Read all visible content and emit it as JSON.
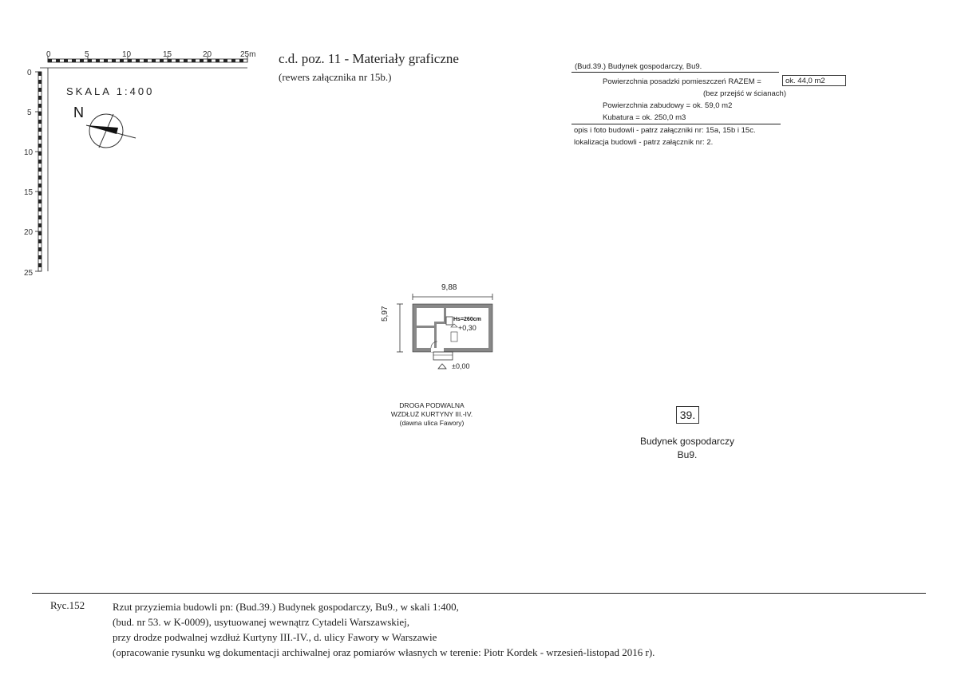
{
  "ruler": {
    "top_labels": [
      "0",
      "5",
      "10",
      "15",
      "20",
      "25m"
    ],
    "left_labels": [
      "0",
      "5",
      "10",
      "15",
      "20",
      "25"
    ]
  },
  "scale_label": "SKALA 1:400",
  "north_label": "N",
  "heading": {
    "title": "c.d. poz. 11 - Materiały graficzne",
    "subtitle": "(rewers załącznika nr 15b.)"
  },
  "info": {
    "building_title": "(Bud.39.)  Budynek gospodarczy,  Bu9.",
    "floor_area_label": "Powierzchnia posadzki pomieszczeń RAZEM =",
    "floor_area_value": "ok. 44,0 m2",
    "floor_area_note": "(bez przejść w ścianach)",
    "built_area": "Powierzchnia zabudowy = ok. 59,0 m2",
    "volume": "Kubatura = ok. 250,0 m3",
    "description_ref": "opis i foto budowli  - patrz załączniki nr: 15a, 15b i 15c.",
    "location_ref": "lokalizacja budowli  - patrz załącznik nr: 2."
  },
  "plan": {
    "width_dim": "9,88",
    "depth_dim": "5,97",
    "height_label": "Hs=260cm",
    "level_floor": "+0,30",
    "level_ground": "±0,00"
  },
  "road": {
    "line1": "DROGA PODWALNA",
    "line2": "WZDŁUŻ KURTYNY III.-IV.",
    "line3": "(dawna ulica Fawory)"
  },
  "building_label": {
    "number": "39.",
    "name": "Budynek gospodarczy",
    "code": "Bu9."
  },
  "caption": {
    "ref": "Ryc.152",
    "line1": "Rzut przyziemia budowli pn:   (Bud.39.)  Budynek gospodarczy,   Bu9.,   w skali 1:400,",
    "line2": "(bud. nr 53. w K-0009),  usytuowanej  wewnątrz Cytadeli Warszawskiej,",
    "line3": "przy drodze podwalnej wzdłuż Kurtyny III.-IV., d. ulicy Fawory  w  Warszawie",
    "line4": "(opracowanie rysunku wg dokumentacji archiwalnej oraz pomiarów własnych w terenie: Piotr Kordek - wrzesień-listopad 2016 r)."
  }
}
